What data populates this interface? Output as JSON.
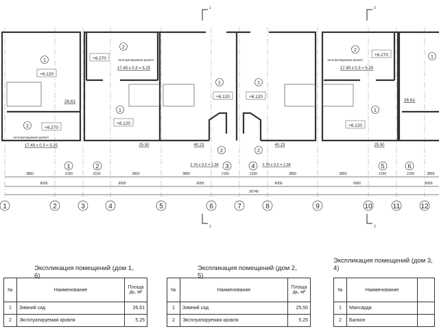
{
  "plan": {
    "units": [
      {
        "room1_no": "1",
        "room1_level": "+6.120",
        "room1_area": "26.61",
        "room2_no": "2",
        "room2_level": "+6.270",
        "room2_name": "эксплуатируемая кровля",
        "room2_calc": "17.49 x 0.3 = 5.25"
      },
      {
        "room1_no": "1",
        "room1_level": "+6.120",
        "room1_area": "25.50",
        "room2_no": "2",
        "room2_level": "+6.270",
        "room2_name": "эксплуатируемая кровля",
        "room2_calc": "17.49 x 0.3 = 5.25"
      },
      {
        "room1_no": "1",
        "room1_level": "+6.120",
        "room1_area": "40.23",
        "room2_no": "2",
        "room2_calc": "2.76 x 0.5 = 1.38"
      },
      {
        "room1_no": "1",
        "room1_level": "+6.120",
        "room1_area": "40.23",
        "room2_no": "2",
        "room2_calc": "2.76 x 0.5 = 1.38"
      },
      {
        "room1_no": "1",
        "room1_level": "+6.120",
        "room1_area": "25.50",
        "room2_no": "2",
        "room2_level": "+6.270",
        "room2_name": "эксплуатируемая кровля",
        "room2_calc": "17.49 x 0.3 = 5.25"
      },
      {
        "room1_no": "1",
        "room1_area": "26.61"
      }
    ],
    "house_markers": [
      "1",
      "2",
      "3",
      "4",
      "5",
      "6"
    ],
    "section_marks": [
      "1",
      "2"
    ],
    "dims_small": [
      "3850",
      "2150",
      "2150",
      "3850",
      "3850",
      "2150",
      "2150",
      "3850",
      "3850",
      "2150",
      "2150",
      "3850"
    ],
    "dims_big": [
      "6000",
      "6000",
      "6000",
      "6000",
      "6000",
      "6000"
    ],
    "dim_total": "36740",
    "axes": [
      "1",
      "2",
      "3",
      "4",
      "5",
      "6",
      "7",
      "8",
      "9",
      "10",
      "11",
      "12"
    ]
  },
  "tables": [
    {
      "title": "Экспликация помещений (дом 1, 6)",
      "h_no": "№",
      "h_name": "Наименование",
      "h_area": "Площадь, м²",
      "rows": [
        {
          "no": "1",
          "name": "Зимний сад",
          "area": "26,61"
        },
        {
          "no": "2",
          "name": "Эксплуатируемая кровля",
          "area": "5,25"
        }
      ]
    },
    {
      "title": "Экспликация помещений (дом 2, 5)",
      "h_no": "№",
      "h_name": "Наименование",
      "h_area": "Площадь, м²",
      "rows": [
        {
          "no": "1",
          "name": "Зимний сад",
          "area": "25,50"
        },
        {
          "no": "2",
          "name": "Эксплуатируемая кровля",
          "area": "5,25"
        }
      ]
    },
    {
      "title": "Экспликация помещений (дом 3, 4)",
      "h_no": "№",
      "h_name": "Наименование",
      "h_area": "",
      "rows": [
        {
          "no": "1",
          "name": "Мансарда",
          "area": ""
        },
        {
          "no": "2",
          "name": "Балкон",
          "area": ""
        }
      ]
    }
  ]
}
